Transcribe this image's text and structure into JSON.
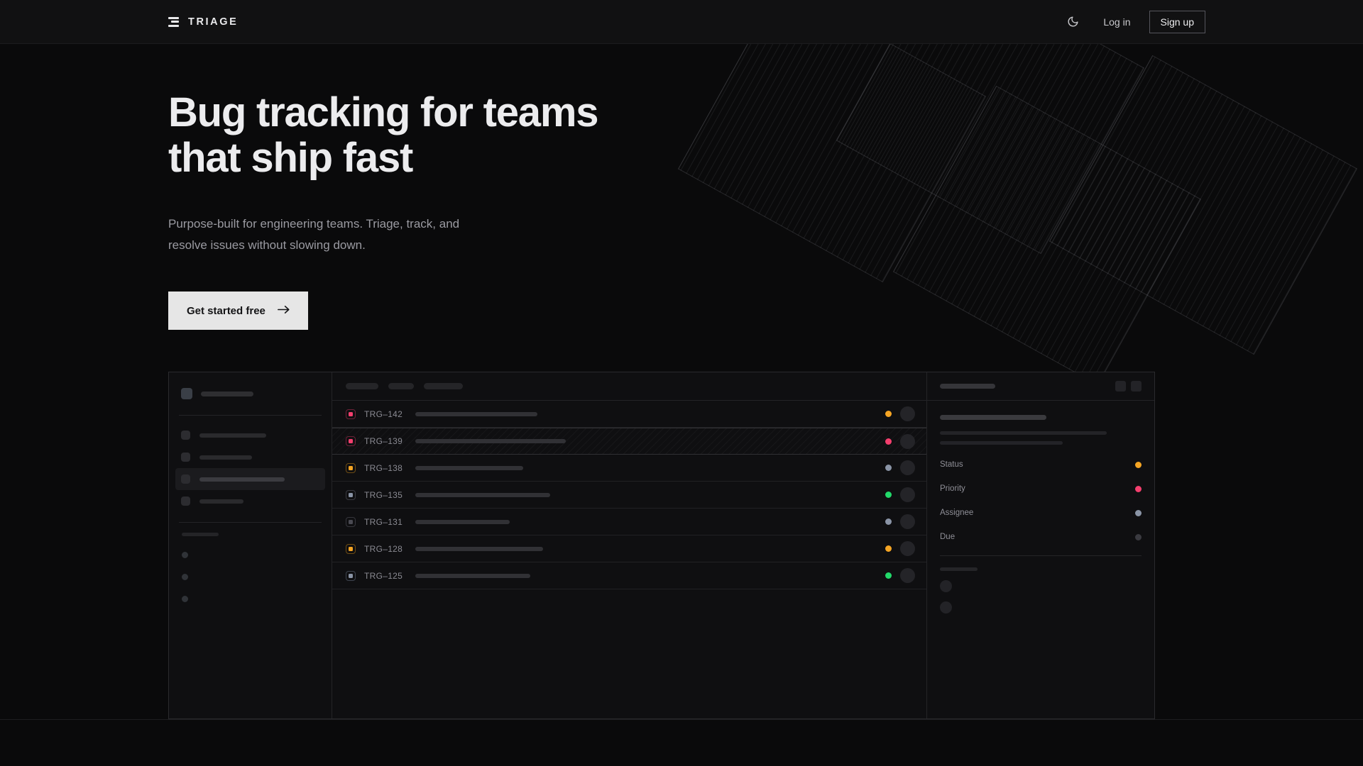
{
  "nav": {
    "brand": "TRIAGE",
    "theme_toggle_icon": "moon-icon",
    "login_label": "Log in",
    "signup_label": "Sign up"
  },
  "hero": {
    "headline": "Bug tracking for teams\nthat ship fast",
    "subheadline": "Purpose-built for engineering teams. Triage, track, and\nresolve issues without slowing down.",
    "cta_label": "Get started free",
    "cta_icon": "arrow-right-icon"
  },
  "colors": {
    "background": "#0a0a0b",
    "nav_background": "#111112",
    "panel_background": "#0f0f11",
    "border": "#2a2a2d",
    "text_primary": "#ececee",
    "text_muted": "#9a9aa1",
    "cta_background": "#e6e6e6",
    "accent_pink": "#f43f6e",
    "accent_orange": "#f5a524",
    "accent_green": "#22d96a",
    "accent_slate": "#8a94a6",
    "accent_dim": "#4a4a52"
  },
  "mockup": {
    "sidebar": {
      "nav_items": [
        {
          "width": 94,
          "active": false
        },
        {
          "width": 74,
          "active": false
        },
        {
          "width": 120,
          "active": true
        },
        {
          "width": 62,
          "active": false
        }
      ],
      "footer_circle_count": 3
    },
    "toolbar": {
      "chips": [
        {
          "width": 46
        },
        {
          "width": 36
        },
        {
          "width": 55
        }
      ]
    },
    "list": {
      "rows": [
        {
          "id": "TRG–142",
          "priority_color": "#f43f6e",
          "priority_border": "#6d2238",
          "title_width": 172,
          "status_color": "#f5a524",
          "selected": false
        },
        {
          "id": "TRG–139",
          "priority_color": "#f43f6e",
          "priority_border": "#6d2238",
          "title_width": 212,
          "status_color": "#f43f6e",
          "selected": true
        },
        {
          "id": "TRG–138",
          "priority_color": "#f5a524",
          "priority_border": "#6e4c14",
          "title_width": 152,
          "status_color": "#8a94a6",
          "selected": false
        },
        {
          "id": "TRG–135",
          "priority_color": "#8a94a6",
          "priority_border": "#3e4characters",
          "title_width": 190,
          "status_color": "#22d96a",
          "selected": false
        },
        {
          "id": "TRG–131",
          "priority_color": "#4a4a52",
          "priority_border": "#36363c",
          "title_width": 133,
          "status_color": "#8a94a6",
          "selected": false
        },
        {
          "id": "TRG–128",
          "priority_color": "#f5a524",
          "priority_border": "#6e4c14",
          "title_width": 180,
          "status_color": "#f5a524",
          "selected": false
        },
        {
          "id": "TRG–125",
          "priority_color": "#8a94a6",
          "priority_border": "#3e444f",
          "title_width": 162,
          "status_color": "#22d96a",
          "selected": false
        }
      ]
    },
    "detail": {
      "fields": [
        {
          "label": "Status",
          "value_color": "#f5a524"
        },
        {
          "label": "Priority",
          "value_color": "#f43f6e"
        },
        {
          "label": "Assignee",
          "value_color": "#8a94a6"
        },
        {
          "label": "Due",
          "value_color": "#3a3a40"
        }
      ],
      "action_button_count": 2,
      "avatar_count": 2
    }
  }
}
